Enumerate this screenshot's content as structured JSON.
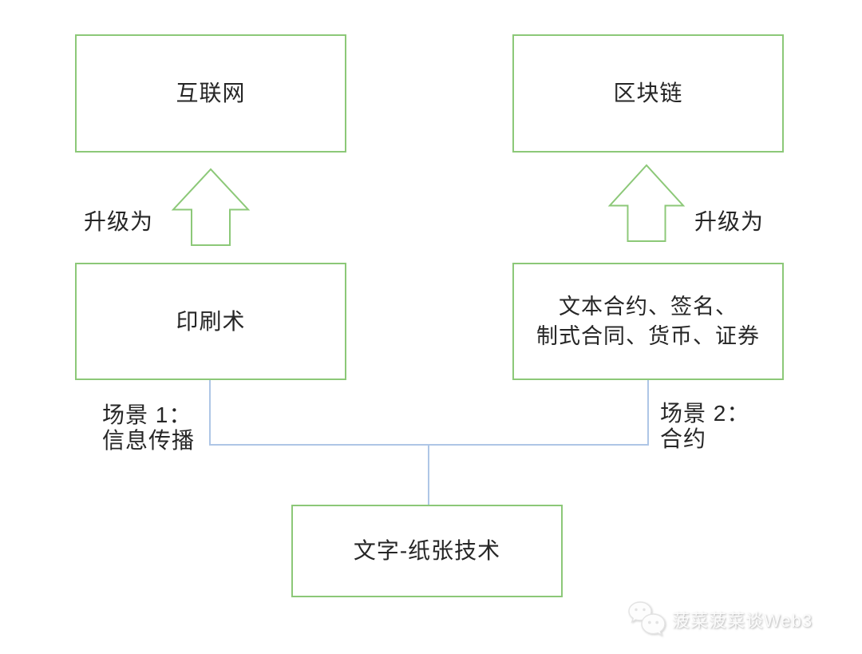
{
  "diagram": {
    "nodes": {
      "internet": "互联网",
      "blockchain": "区块链",
      "printing": "印刷术",
      "contracts_line1": "文本合约、签名、",
      "contracts_line2": "制式合同、货币、证券",
      "paper": "文字-纸张技术"
    },
    "arrows": {
      "left_label": "升级为",
      "right_label": "升级为"
    },
    "scenarios": {
      "s1_title": "场景 1：",
      "s1_subtitle": "信息传播",
      "s2_title": "场景 2：",
      "s2_subtitle": "合约"
    }
  },
  "watermark": {
    "icon": "wechat-icon",
    "text": "菠菜菠菜谈Web3"
  },
  "colors": {
    "node_border": "#8cc878",
    "arrow_stroke": "#8cc878",
    "connector_line": "#aec6e6",
    "text": "#262626",
    "watermark_text": "#fbfbfb",
    "background": "#ffffff"
  }
}
